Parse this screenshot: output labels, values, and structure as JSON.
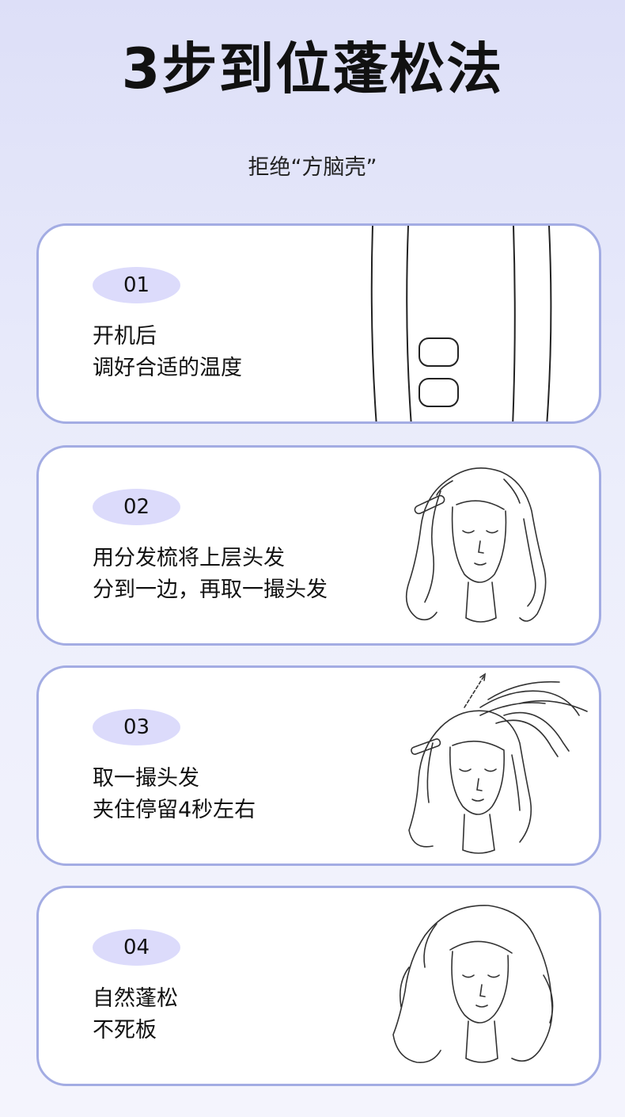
{
  "header": {
    "title": "3步到位蓬松法",
    "subtitle": "拒绝“方脑壳”"
  },
  "steps": [
    {
      "num": "01",
      "line1": "开机后",
      "line2": "调好合适的温度",
      "image": "hair-straightener-icon"
    },
    {
      "num": "02",
      "line1": "用分发梳将上层头发",
      "line2": "分到一边，再取一撮头发",
      "image": "sectioned-hair-illustration"
    },
    {
      "num": "03",
      "line1": "取一撮头发",
      "line2": "夹住停留4秒左右",
      "image": "straightener-clamping-hair-illustration"
    },
    {
      "num": "04",
      "line1": "自然蓬松",
      "line2": "不死板",
      "image": "voluminous-hair-illustration"
    }
  ],
  "colors": {
    "card_border": "#a3ace3",
    "badge_bg": "#dcdbfb",
    "page_bg_top": "#dddff8"
  }
}
